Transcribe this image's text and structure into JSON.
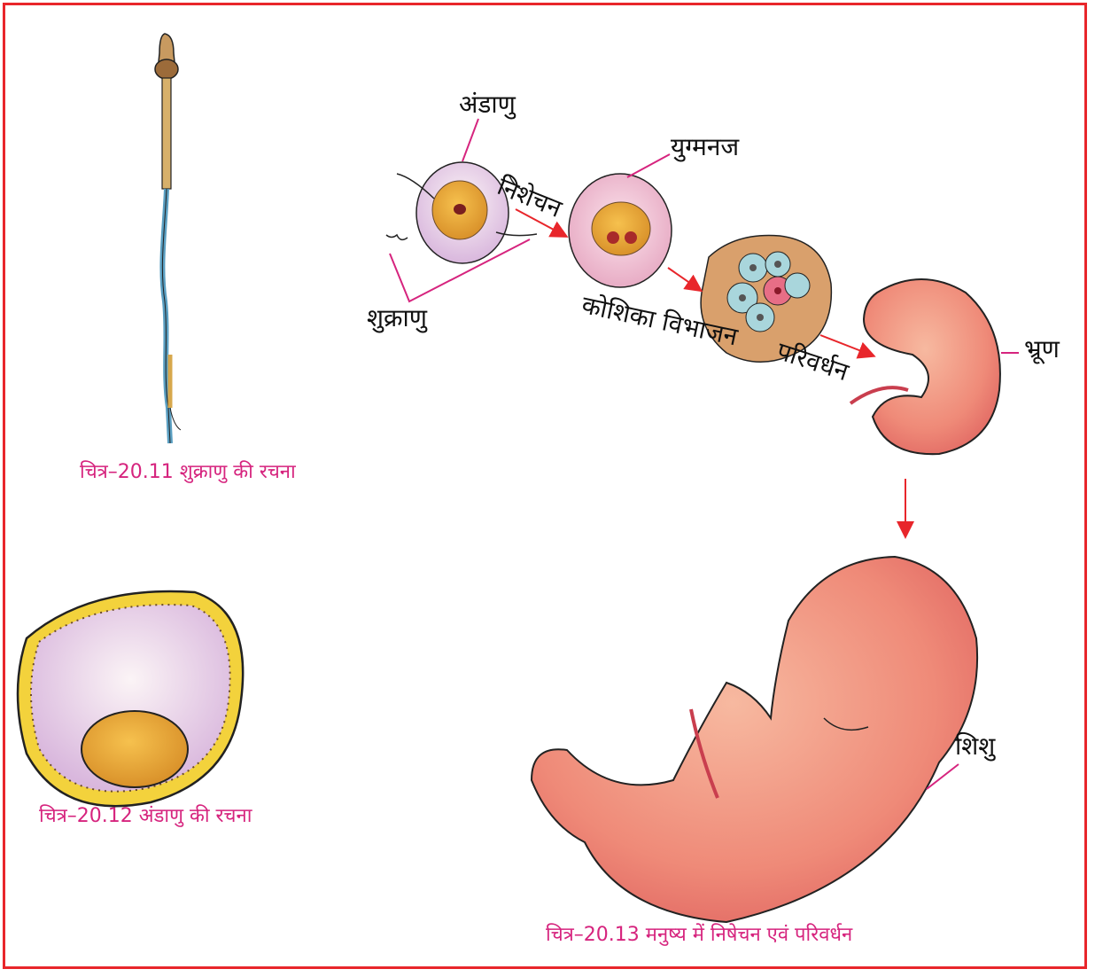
{
  "labels": {
    "ovum": "अंडाणु",
    "zygote": "युग्मनज",
    "fertilization": "निशेचन",
    "sperm": "शुक्राणु",
    "cell_division": "कोशिका विभाजन",
    "development": "परिवर्धन",
    "embryo": "भ्रूण",
    "baby": "शिशु"
  },
  "captions": {
    "fig_20_11": "चित्र–20.11 शुक्राणु की रचना",
    "fig_20_12": "चित्र–20.12 अंडाणु की रचना",
    "fig_20_13": "चित्र–20.13  मनुष्य में निषेचन एवं परिवर्धन"
  },
  "colors": {
    "frame": "#e8262b",
    "arrow": "#e8262b",
    "pointer": "#d6247e",
    "caption": "#d6247e"
  }
}
